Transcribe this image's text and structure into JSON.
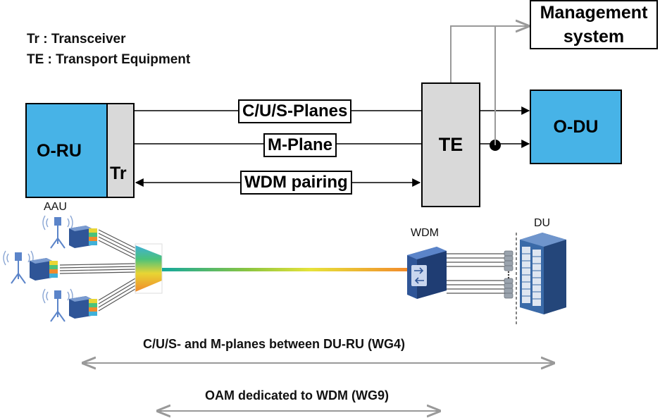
{
  "legend": {
    "tr": "Tr : Transceiver",
    "te": "TE : Transport Equipment"
  },
  "blocks": {
    "management": [
      "Management",
      "system"
    ],
    "oru": "O-RU",
    "tr": "Tr",
    "te": "TE",
    "odu": "O-DU"
  },
  "links": {
    "cus": "C/U/S-Planes",
    "m": "M-Plane",
    "wdm": "WDM pairing"
  },
  "illustration": {
    "aau": "AAU",
    "wdm": "WDM",
    "du": "DU"
  },
  "scopes": {
    "wg4": "C/U/S- and M-planes between DU-RU (WG4)",
    "wg9": "OAM dedicated to WDM (WG9)"
  },
  "colors": {
    "block_blue": "#47b3e7",
    "block_grey": "#d9d9d9",
    "connector_grey": "#999999",
    "equipment_blue": "#2f5597"
  }
}
